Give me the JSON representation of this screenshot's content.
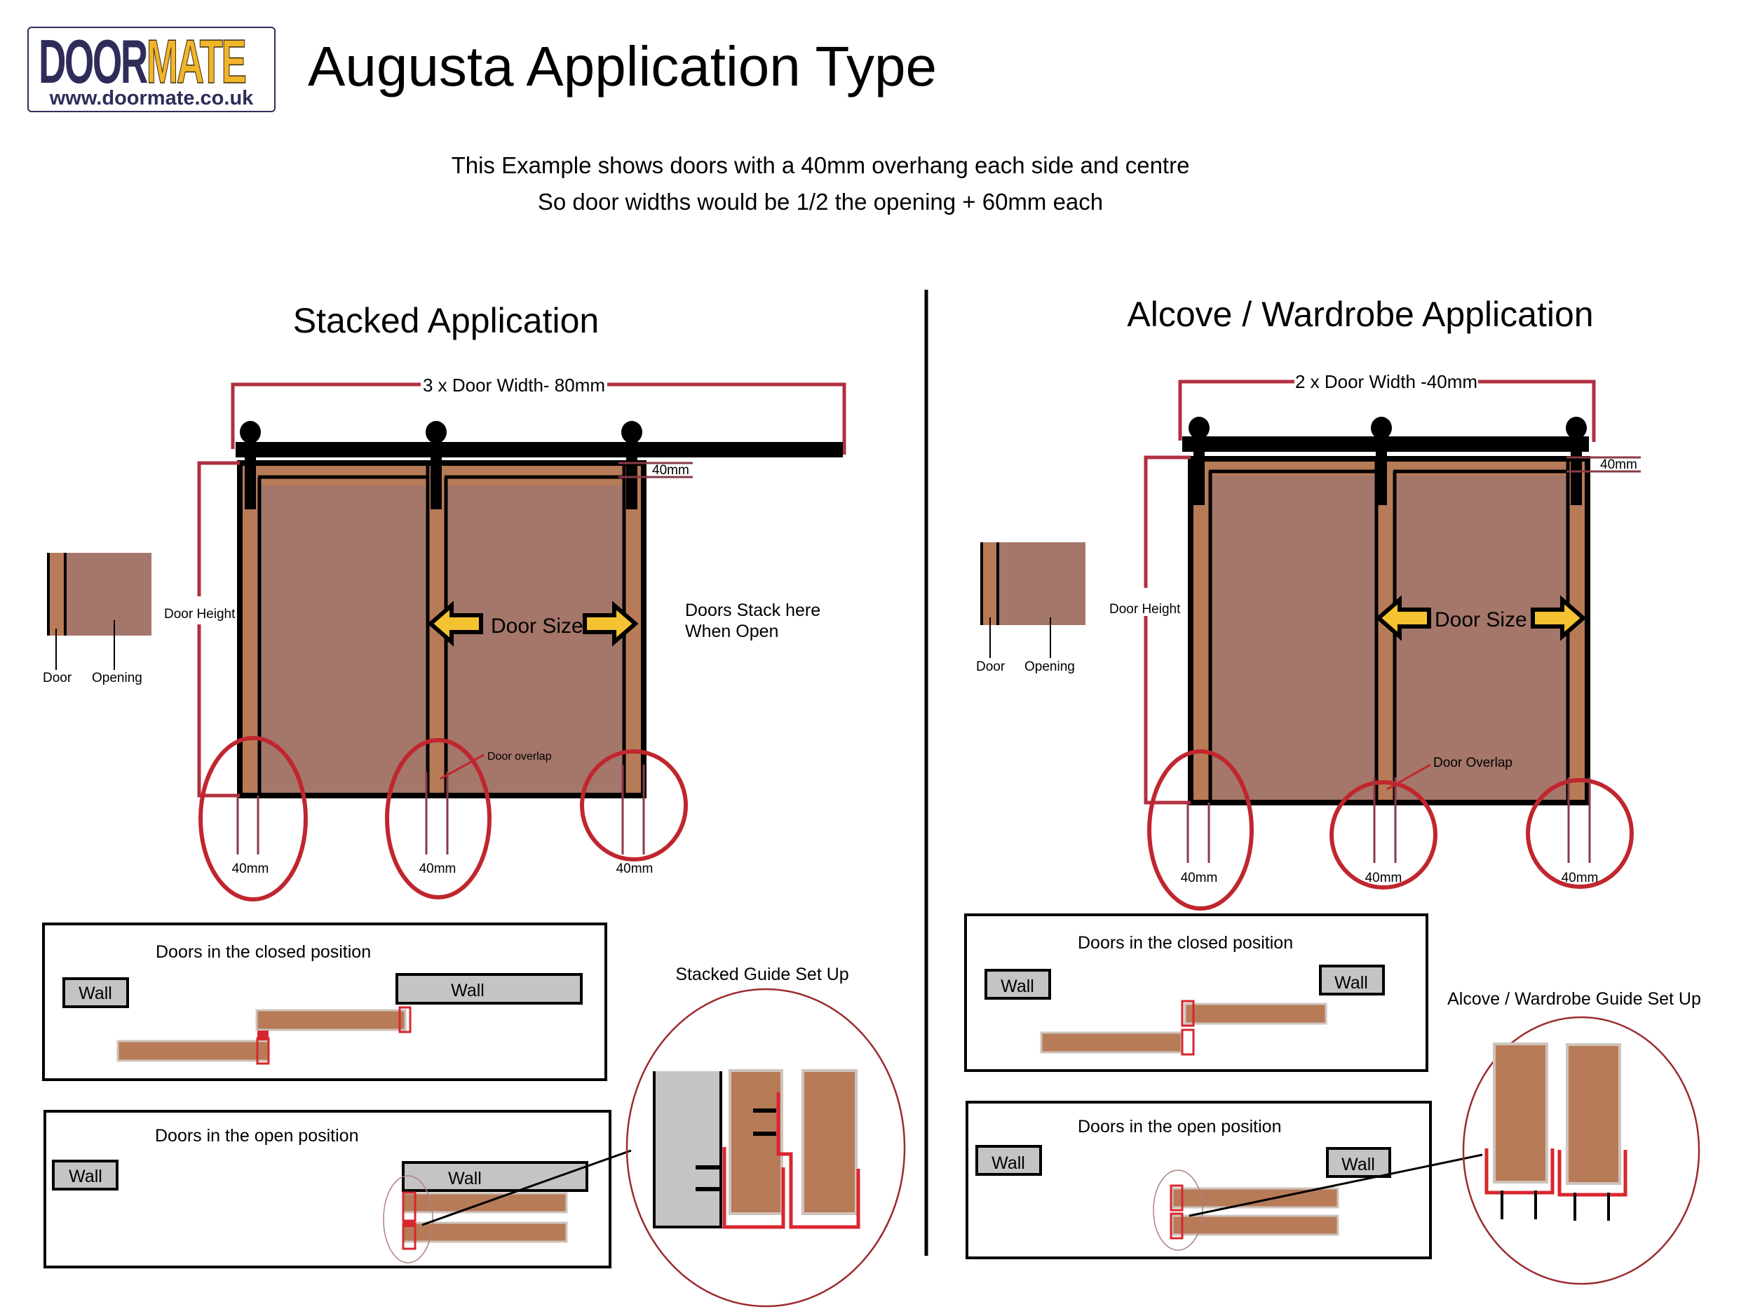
{
  "logo": {
    "brand_part1": "DOOR",
    "brand_part2": "MATE",
    "url": "www.doormate.co.uk",
    "colors": {
      "navy": "#2e2d5a",
      "gold": "#f0b529"
    }
  },
  "header": {
    "title": "Augusta  Application Type",
    "subtitle_line1": "This Example shows doors with a 40mm overhang each side and centre",
    "subtitle_line2": "So door widths would be 1/2 the opening + 60mm each"
  },
  "colors": {
    "door": "#b77b58",
    "opening": "#a5766a",
    "dimension_red": "#b03040",
    "highlight_red": "#d9262e",
    "arrow_yellow": "#f5c232",
    "wall_grey": "#c4c4c4",
    "rail_black": "#000000"
  },
  "stacked": {
    "heading": "Stacked Application",
    "width_dimension": "3 x Door Width- 80mm",
    "top_gap": "40mm",
    "door_height": "Door Height",
    "door_size": "Door Size",
    "stack_note_line1": "Doors Stack here",
    "stack_note_line2": "When Open",
    "overlap_label": "Door overlap",
    "circle_labels": [
      "40mm",
      "40mm",
      "40mm"
    ],
    "legend": {
      "door": "Door",
      "opening": "Opening"
    },
    "closed_panel": {
      "title": "Doors in the closed position",
      "wall_left": "Wall",
      "wall_right": "Wall"
    },
    "open_panel": {
      "title": "Doors in the open position",
      "wall_left": "Wall",
      "wall_right": "Wall"
    },
    "guide_title": "Stacked Guide Set Up"
  },
  "alcove": {
    "heading": "Alcove / Wardrobe Application",
    "width_dimension": "2 x Door Width -40mm",
    "top_gap": "40mm",
    "door_height": "Door Height",
    "door_size": "Door Size",
    "overlap_label": "Door Overlap",
    "circle_labels": [
      "40mm",
      "40mm",
      "40mm"
    ],
    "legend": {
      "door": "Door",
      "opening": "Opening"
    },
    "closed_panel": {
      "title": "Doors in the closed position",
      "wall_left": "Wall",
      "wall_right": "Wall"
    },
    "open_panel": {
      "title": "Doors in the open position",
      "wall_left": "Wall",
      "wall_right": "Wall"
    },
    "guide_title": "Alcove / Wardrobe Guide Set Up"
  }
}
